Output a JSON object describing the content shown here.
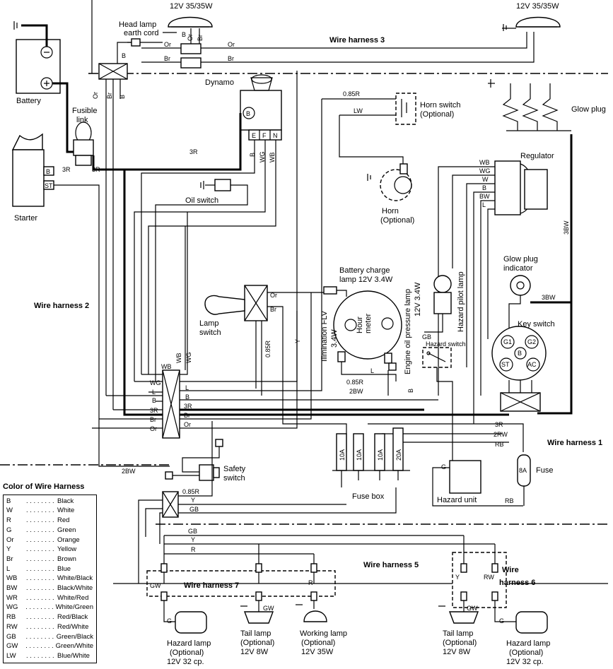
{
  "components": {
    "battery": "Battery",
    "fusible_link": "Fusible link",
    "starter": "Starter",
    "head_lamp_earth_cord": "Head lamp earth cord",
    "head_lamp_left_rating": "12V 35/35W",
    "head_lamp_right_rating": "12V 35/35W",
    "dynamo": "Dynamo",
    "oil_switch": "Oil switch",
    "horn_switch": "Horn switch (Optional)",
    "horn": "Horn (Optional)",
    "glow_plug": "Glow plug",
    "regulator": "Regulator",
    "glow_plug_indicator": "Glow plug indicator",
    "key_switch": "Key switch",
    "lamp_switch": "Lamp switch",
    "battery_charge_lamp": "Battery charge lamp 12V 3.4W",
    "illumination": "Illmination FLV 3.4W",
    "hour_meter": "Hour meter",
    "engine_oil_lamp": "Engine oil pressure lamp 12V 3.4W",
    "hazard_pilot_lamp": "Hazard pilot lamp",
    "hazard_switch": "Hazard switch",
    "safety_switch": "Safety switch",
    "fuse_box": "Fuse box",
    "hazard_unit": "Hazard unit",
    "fuse": "Fuse",
    "fuse_8a": "8A",
    "fuses": [
      "10A",
      "10A",
      "10A",
      "20A"
    ],
    "hazard_lamp_left": [
      "Hazard lamp",
      "(Optional)",
      "12V 32 cp."
    ],
    "tail_lamp_left": [
      "Tail lamp",
      "(Optional)",
      "12V 8W"
    ],
    "working_lamp": [
      "Working lamp",
      "(Optional)",
      "12V 35W"
    ],
    "tail_lamp_right": [
      "Tail lamp",
      "(Optional)",
      "12V 8W"
    ],
    "hazard_lamp_right": [
      "Hazard lamp",
      "(Optional)",
      "12V 32 cp."
    ]
  },
  "harnesses": {
    "h1": "Wire harness 1",
    "h2": "Wire harness 2",
    "h3": "Wire harness 3",
    "h5": "Wire harness 5",
    "h6": "Wire harness 6",
    "h7": "Wire harness 7"
  },
  "key_terminals": [
    "G1",
    "G2",
    "B",
    "ST",
    "AC"
  ],
  "wire_labels": {
    "starter_b": "B",
    "starter_st": "ST",
    "r3_a": "3R",
    "r3_b": "3R",
    "r3_c": "3R",
    "dyn_b": "B",
    "dyn_e": "E",
    "dyn_f": "F",
    "dyn_n": "N",
    "dyn_wg": "WG",
    "dyn_wb": "WB",
    "dyn_bw": "B",
    "head_b": "B",
    "head_or": "Or",
    "head_br": "Br",
    "h3_or": "Or",
    "h3_br": "Br",
    "hl_b": "B",
    "hl_or": "Or",
    "hl_br": "Br",
    "lw": "LW",
    "r085_top": "0.85R",
    "reg": [
      "WB",
      "WG",
      "W",
      "B",
      "BW",
      "L"
    ],
    "bw3_v": "3BW",
    "bw3_h": "3BW",
    "ls_or": "Or",
    "ls_br": "Br",
    "r085_v": "0.85R",
    "y_v": "Y",
    "h2_left": [
      "WG",
      "L",
      "B",
      "3R",
      "Br",
      "Or"
    ],
    "h2_right": [
      "L",
      "B",
      "3R",
      "Br",
      "Or"
    ],
    "h2_wb": "WB",
    "h2_wb2": "WB",
    "h2_wg2": "WG",
    "l_mid": "L",
    "r085_mid": "0.85R",
    "bw2": "2BW",
    "gb_hz": "GB",
    "b_v": "B",
    "rw2": "2RW",
    "rb": "RB",
    "r3_h1": "3R",
    "g_hz": "G",
    "rb_unit": "RB",
    "bw2_low": "2BW",
    "low_conn": [
      "0.85R",
      "Y",
      "GB"
    ],
    "bus": [
      "GB",
      "Y",
      "R"
    ],
    "gw_left": "GW",
    "gw_tail": "GW",
    "r_work": "R",
    "y_right": "Y",
    "rw_right": "RW",
    "gw_right": "GW",
    "g_left": "G",
    "g_right": "G"
  },
  "legend": {
    "title": "Color of Wire Harness",
    "dots": ". . . . . . . .",
    "rows": [
      {
        "code": "B",
        "color": "Black"
      },
      {
        "code": "W",
        "color": "White"
      },
      {
        "code": "R",
        "color": "Red"
      },
      {
        "code": "G",
        "color": "Green"
      },
      {
        "code": "Or",
        "color": "Orange"
      },
      {
        "code": "Y",
        "color": "Yellow"
      },
      {
        "code": "Br",
        "color": "Brown"
      },
      {
        "code": "L",
        "color": "Blue"
      },
      {
        "code": "WB",
        "color": "White/Black"
      },
      {
        "code": "BW",
        "color": "Black/White"
      },
      {
        "code": "WR",
        "color": "White/Red"
      },
      {
        "code": "WG",
        "color": "White/Green"
      },
      {
        "code": "RB",
        "color": "Red/Black"
      },
      {
        "code": "RW",
        "color": "Red/White"
      },
      {
        "code": "GB",
        "color": "Green/Black"
      },
      {
        "code": "GW",
        "color": "Green/White"
      },
      {
        "code": "LW",
        "color": "Blue/White"
      }
    ]
  }
}
